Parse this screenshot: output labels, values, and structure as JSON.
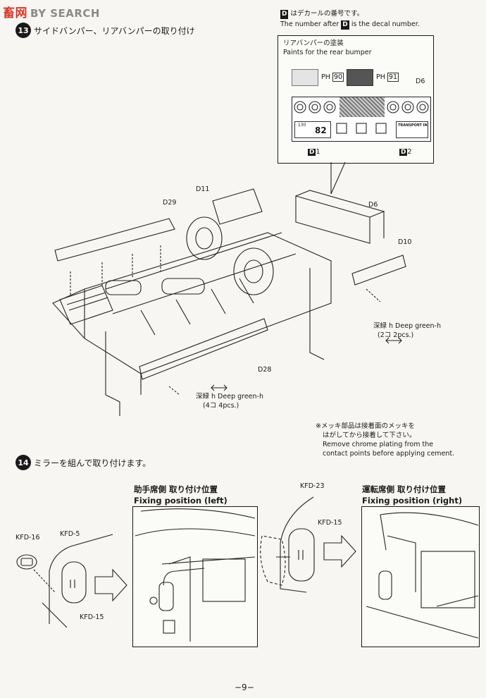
{
  "watermark": {
    "brand_cn": "畜网",
    "brand_en": "BY SEARCH"
  },
  "step13": {
    "number": "13",
    "title": "サイドバンパー、リアバンパーの取り付け",
    "decal_note_jp": "はデカールの番号です。",
    "decal_note_en_prefix": "The number after",
    "decal_note_en_suffix": "is the decal number.",
    "decal_letter": "D",
    "rear_paint": {
      "title_jp": "リアバンパーの塗装",
      "title_en": "Paints for the rear bumper",
      "paint1_code": "90",
      "paint2_code": "91",
      "paint_prefix": "PH"
    },
    "decals": {
      "d6": "D6",
      "d1": "1",
      "d2": "2",
      "plate_number": "82",
      "plate_small": "130",
      "transport_text": "TRANSPORT IN"
    },
    "parts": {
      "d11": "D11",
      "d29": "D29",
      "d6": "D6",
      "d10": "D10",
      "d28": "D28"
    },
    "paint_note_1": {
      "jp": "深緑 h Deep green-h",
      "count": "(2コ 2pcs.)"
    },
    "paint_note_2": {
      "jp": "深緑 h Deep green-h",
      "count": "(4コ 4pcs.)"
    },
    "chrome_note": {
      "jp1": "※メッキ部品は接着面のメッキを",
      "jp2": "はがしてから接着して下さい。",
      "en1": "Remove chrome plating from the",
      "en2": "contact points before applying cement."
    }
  },
  "step14": {
    "number": "14",
    "title": "ミラーを組んで取り付けます。",
    "left": {
      "title_jp": "助手席側 取り付け位置",
      "title_en": "Fixing position (left)"
    },
    "right": {
      "title_jp": "運転席側 取り付け位置",
      "title_en": "Fixing position (right)"
    },
    "parts": {
      "kfd16": "KFD-16",
      "kfd5": "KFD-5",
      "kfd15a": "KFD-15",
      "kfd23": "KFD-23",
      "kfd15b": "KFD-15"
    }
  },
  "page_number": "−9−"
}
